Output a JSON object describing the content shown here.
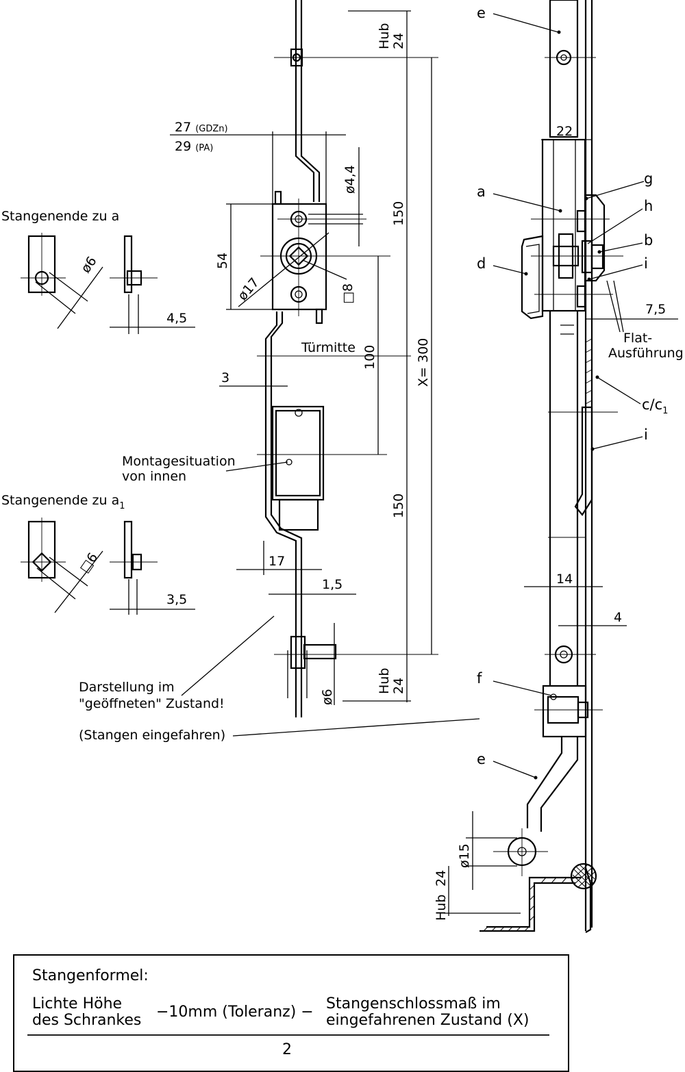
{
  "formula": {
    "title": "Stangenformel:",
    "term1_line1": "Lichte Höhe",
    "term1_line2": "des Schrankes",
    "minus_tolerance": "−10mm (Toleranz) −",
    "term2_line1": "Stangenschlossmaß im",
    "term2_line2": "eingefahrenen Zustand (X)",
    "denominator": "2"
  },
  "labels": {
    "rod_end_a": "Stangenende zu a",
    "rod_end_a1_main": "Stangenende zu a",
    "rod_end_a1_sub": "1",
    "door_center": "Türmitte",
    "mounting_line1": "Montagesituation",
    "mounting_line2": "von innen",
    "shown_open_line1": "Darstellung im",
    "shown_open_line2": "\"geöffneten\" Zustand!",
    "rods_retracted": "(Stangen eingefahren)",
    "flat_line1": "Flat-",
    "flat_line2": "Ausführung"
  },
  "dimensions": {
    "hub_top": "Hub",
    "hub_top_val": "24",
    "width_gdzn": "27",
    "width_gdzn_mat": "(GDZn)",
    "width_pa": "29",
    "width_pa_mat": "(PA)",
    "d44": "ø4,4",
    "d54": "54",
    "d17": "ø17",
    "sq8": "□8",
    "d150_top": "150",
    "x300": "X= 300",
    "d100": "100",
    "d3": "3",
    "d150_bot": "150",
    "d17b": "17",
    "d15": "1,5",
    "d6_top": "ø6",
    "d45": "4,5",
    "sq6": "□6",
    "d35": "3,5",
    "d6_bot": "ø6",
    "hub_bot": "Hub",
    "hub_bot_val": "24",
    "d22": "22",
    "d75": "7,5",
    "d14": "14",
    "d4": "4",
    "d15r": "ø15",
    "hub_r": "Hub",
    "hub_r_val": "24"
  },
  "letters": {
    "e_top": "e",
    "g": "g",
    "a": "a",
    "h": "h",
    "b": "b",
    "d": "d",
    "i_top": "i",
    "c": "c",
    "c_slash": "/",
    "c1_main": "c",
    "c1_sub": "1",
    "i_mid": "i",
    "f": "f",
    "e_bot": "e"
  }
}
